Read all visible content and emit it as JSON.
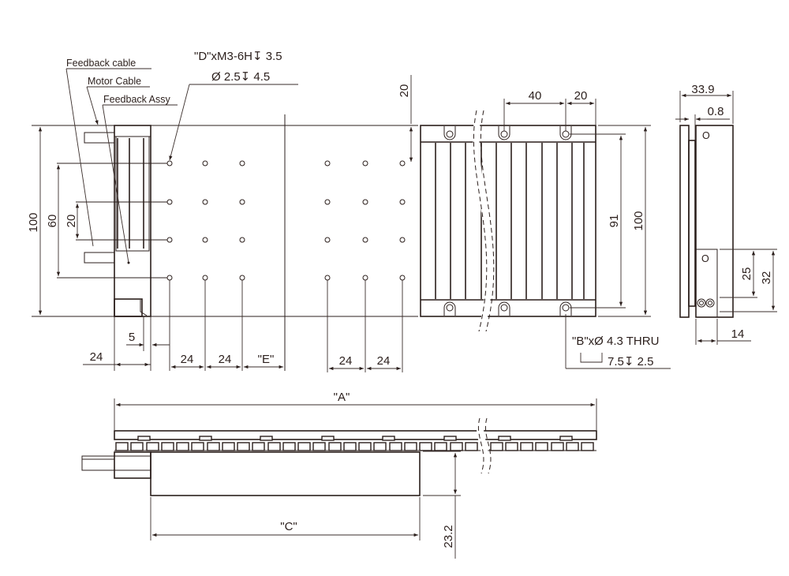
{
  "drawing": {
    "colors": {
      "line": "#2b1f1c",
      "background": "#ffffff"
    },
    "callouts": {
      "feedback_cable": "Feedback cable",
      "motor_cable": "Motor Cable",
      "feedback_assy": "Feedback Assy",
      "tap_holes_line1": "\"D\"xM3-6H↧ 3.5",
      "tap_holes_line2": "Ø 2.5↧ 4.5",
      "mount_holes_line1": "\"B\"xØ 4.3 THRU",
      "mount_holes_line2": "7.5↧ 2.5"
    },
    "top_view": {
      "height_left": "100",
      "hole_span_60": "60",
      "hole_pitch_20": "20",
      "offset_5": "5",
      "width_24_left": "24",
      "pitch_24_a": "24",
      "pitch_24_b": "24",
      "dim_E": "\"E\"",
      "pitch_24_c": "24",
      "pitch_24_d": "24"
    },
    "magnet_track_view": {
      "top_offset_20": "20",
      "pitch_40": "40",
      "end_20": "20",
      "hole_span_91": "91",
      "height_100": "100"
    },
    "end_view": {
      "width_33_9": "33.9",
      "gap_0_8": "0.8",
      "dim_25": "25",
      "dim_32": "32",
      "dim_14": "14"
    },
    "side_view": {
      "dim_A": "\"A\"",
      "dim_C": "\"C\"",
      "height_23_2": "23.2"
    }
  }
}
